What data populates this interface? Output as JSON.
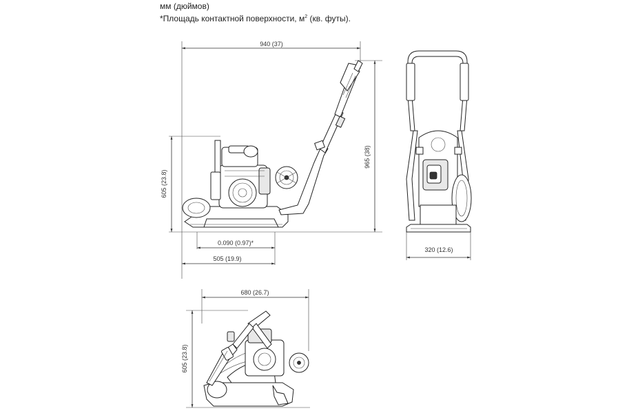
{
  "notes": {
    "units": "мм (дюймов)",
    "area_prefix": "*Площадь контактной поверхности, м",
    "area_sup": "2",
    "area_suffix": " (кв. футы)."
  },
  "dimensions": {
    "side_length": "940 (37)",
    "side_height_total": "965 (38)",
    "side_height_body": "605 (23.8)",
    "contact_area": "0.090 (0.97)*",
    "plate_length": "505 (19.9)",
    "front_width": "320 (12.6)",
    "folded_length": "680 (26.7)",
    "folded_height": "605 (23.8)"
  }
}
